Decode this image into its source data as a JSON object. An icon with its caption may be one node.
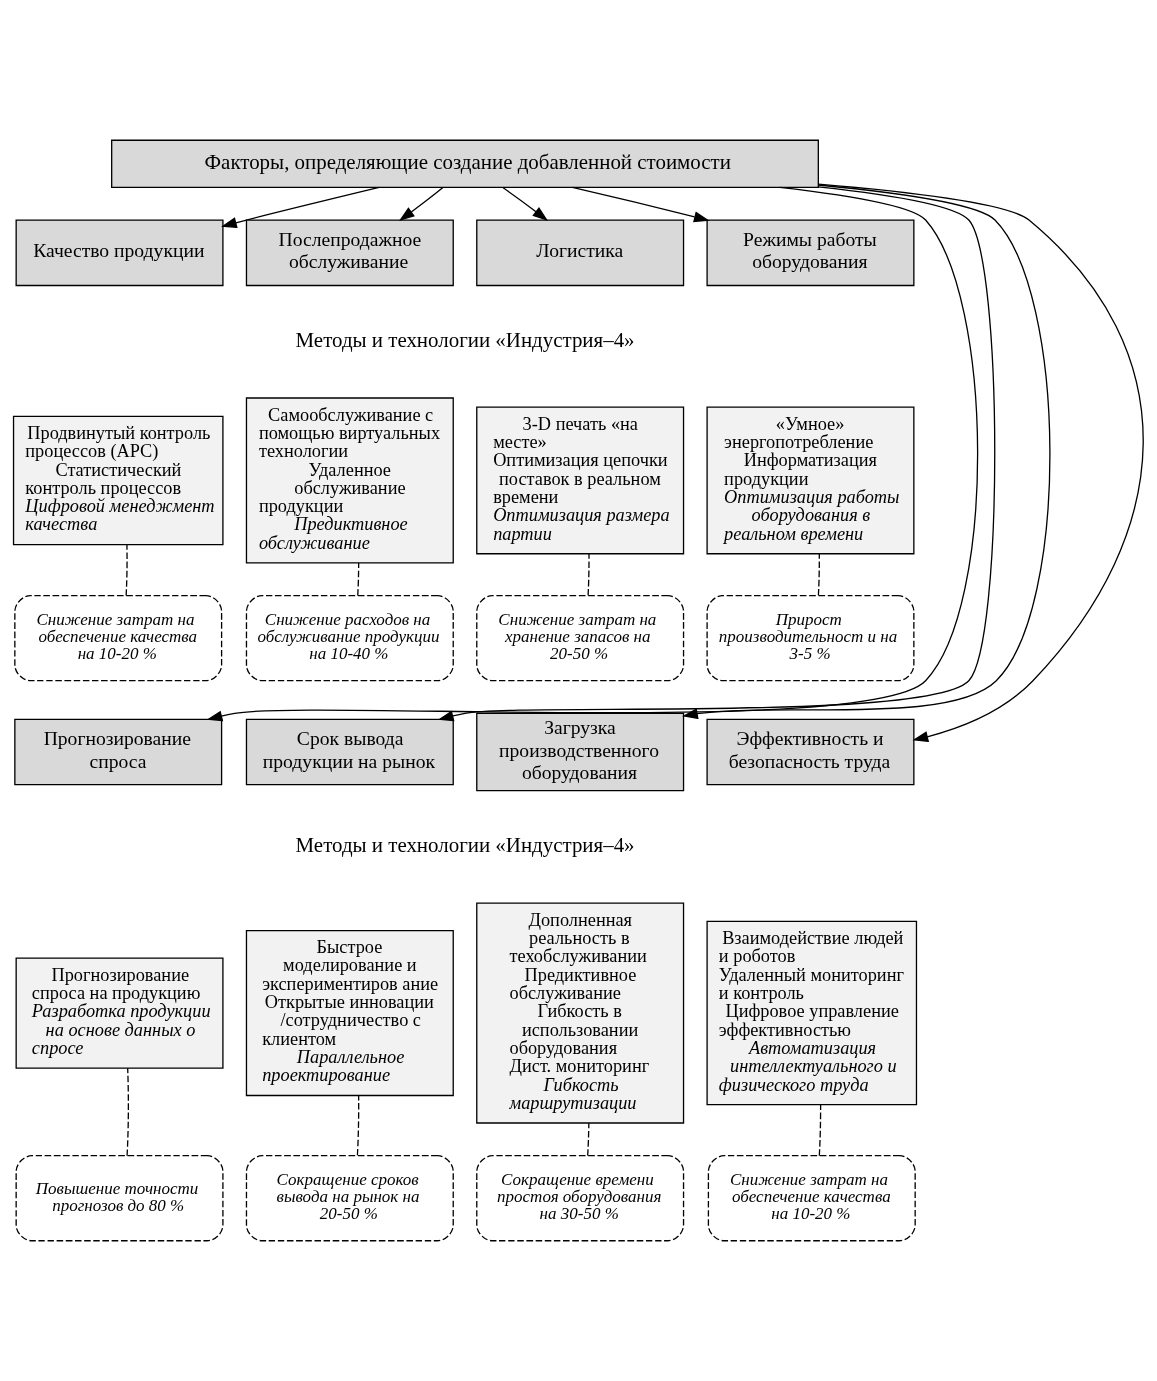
{
  "diagram": {
    "nodes": [
      {
        "text": [
          "Факторы, определяющие создание добавленной стоимости"
        ]
      },
      {
        "text": [
          "Качество продукции"
        ]
      },
      {
        "text": [
          "Послепродажное обслуживание"
        ]
      },
      {
        "text": [
          "Логистика"
        ]
      },
      {
        "text": [
          "Режимы работы оборудования"
        ]
      },
      {
        "text": [
          "Продвинутый контроль процессов (APC)",
          "Статистический контроль процессов",
          "Цифровой менеджмент качества"
        ]
      },
      {
        "text": [
          "Самообслуживание с помощью виртуальных технологии",
          "Удаленное обслуживание продукции",
          "Предиктивное обслуживание"
        ]
      },
      {
        "text": [
          "3-D печать «на месте»",
          "Оптимизация цепочки поставок в реальном времени",
          "Оптимизация размера партии"
        ]
      },
      {
        "text": [
          "«Умное» энергопотребление",
          "Информатизация продукции",
          "Оптимизация работы оборудования в реальном времени"
        ]
      },
      {
        "text": [
          "Снижение затрат на обеспечение качества на 10-20 %"
        ]
      },
      {
        "text": [
          "Снижение расходов на обслуживание продукции на 10-40 %"
        ]
      },
      {
        "text": [
          "Снижение затрат на хранение запасов на 20-50 %"
        ]
      },
      {
        "text": [
          "Прирост производительност и на 3-5 %"
        ]
      },
      {
        "text": [
          "Прогнозирование спроса"
        ]
      },
      {
        "text": [
          "Срок вывода продукции на рынок"
        ]
      },
      {
        "text": [
          "Загрузка производственного оборудования"
        ]
      },
      {
        "text": [
          "Эффективность и безопасность труда"
        ]
      },
      {
        "text": [
          "Прогнозирование спроса на продукцию",
          "Разработка продукции на основе данных о спросе"
        ]
      },
      {
        "text": [
          "Быстрое моделирование и экспериментиров ание",
          "Открытые инновации /сотрудничество с клиентом",
          "Параллельное проектирование"
        ]
      },
      {
        "text": [
          "Дополненная реальность в техобслуживании",
          "Предиктивное обслуживание",
          "Гибкость в использовании оборудования",
          "Дист. мониторинг",
          "Гибкость маршрутизации"
        ]
      },
      {
        "text": [
          "Взаимодействие людей и роботов",
          "Удаленный мониторинг и контроль",
          "Цифровое управление эффективностью",
          "Автоматизация интеллектуального и физического труда"
        ]
      },
      {
        "text": [
          "Повышение точности прогнозов до 80 %"
        ]
      },
      {
        "text": [
          "Сокращение сроков вывода на рынок на 20-50 %"
        ]
      },
      {
        "text": [
          "Сокращение времени простоя оборудования на 30-50 %"
        ]
      },
      {
        "text": [
          "Снижение затрат на обеспечение качества на 10-20 %"
        ]
      }
    ],
    "edges": [
      {
        "from": 0,
        "to": 1,
        "arrow": "to"
      },
      {
        "from": 0,
        "to": 2,
        "arrow": "to"
      },
      {
        "from": 0,
        "to": 3,
        "arrow": "to"
      },
      {
        "from": 0,
        "to": 4,
        "arrow": "to"
      },
      {
        "from": 9,
        "to": 5,
        "arrow": "none",
        "style": "dashed"
      },
      {
        "from": 10,
        "to": 6,
        "arrow": "none",
        "style": "dashed"
      },
      {
        "from": 11,
        "to": 7,
        "arrow": "none",
        "style": "dashed"
      },
      {
        "from": 12,
        "to": 8,
        "arrow": "none",
        "style": "dashed"
      },
      {
        "from": 0,
        "to": 13,
        "arrow": "to"
      },
      {
        "from": 0,
        "to": 14,
        "arrow": "to"
      },
      {
        "from": 0,
        "to": 15,
        "arrow": "to"
      },
      {
        "from": 0,
        "to": 16,
        "arrow": "to"
      },
      {
        "from": 21,
        "to": 17,
        "arrow": "none",
        "style": "dashed"
      },
      {
        "from": 22,
        "to": 18,
        "arrow": "none",
        "style": "dashed"
      },
      {
        "from": 23,
        "to": 19,
        "arrow": "none",
        "style": "dashed"
      },
      {
        "from": 24,
        "to": 20,
        "arrow": "none",
        "style": "dashed"
      }
    ],
    "labels": [
      "Методы и технологии «Индустрия–4»",
      "Методы и технологии «Индустрия–4»"
    ]
  }
}
